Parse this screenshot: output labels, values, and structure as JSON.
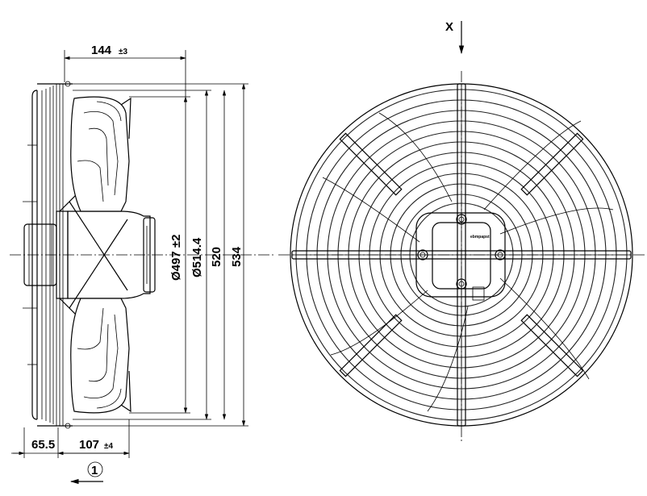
{
  "side_view": {
    "dim_depth": {
      "value": "144",
      "tol": "±3"
    },
    "dim_blade_dia": "Ø497 ±2",
    "dim_grille_dia": "Ø514.4",
    "dim_520": "520",
    "dim_534": "534",
    "dim_hub_offset": "65.5",
    "dim_depth_lower": {
      "value": "107",
      "tol": "±4"
    },
    "airflow_marker": "1"
  },
  "front_view": {
    "view_marker": "X",
    "plate_label": "ebmpapst"
  }
}
